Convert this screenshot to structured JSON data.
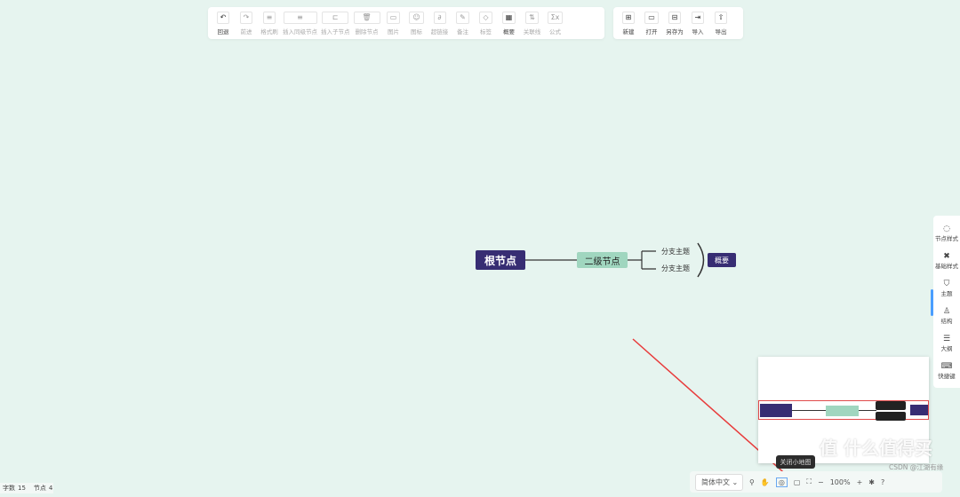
{
  "toolbar": {
    "items": [
      {
        "label": "回退",
        "icon": "undo-icon",
        "glyph": "↶",
        "enabled": true
      },
      {
        "label": "前进",
        "icon": "redo-icon",
        "glyph": "↷",
        "enabled": false
      },
      {
        "label": "格式刷",
        "icon": "format-painter-icon",
        "glyph": "≡",
        "enabled": false
      },
      {
        "label": "插入同级节点",
        "icon": "insert-sibling-icon",
        "glyph": "≡",
        "enabled": false
      },
      {
        "label": "插入子节点",
        "icon": "insert-child-icon",
        "glyph": "⊏",
        "enabled": false
      },
      {
        "label": "删除节点",
        "icon": "delete-icon",
        "glyph": "🗑",
        "enabled": false
      },
      {
        "label": "图片",
        "icon": "image-icon",
        "glyph": "▭",
        "enabled": false
      },
      {
        "label": "图标",
        "icon": "emoji-icon",
        "glyph": "☺",
        "enabled": false
      },
      {
        "label": "超链接",
        "icon": "link-icon",
        "glyph": "∂",
        "enabled": false
      },
      {
        "label": "备注",
        "icon": "note-icon",
        "glyph": "✎",
        "enabled": false
      },
      {
        "label": "标签",
        "icon": "tag-icon",
        "glyph": "◇",
        "enabled": false
      },
      {
        "label": "概要",
        "icon": "summary-icon",
        "glyph": "▦",
        "enabled": true
      },
      {
        "label": "关联线",
        "icon": "association-line-icon",
        "glyph": "⇅",
        "enabled": false
      },
      {
        "label": "公式",
        "icon": "formula-icon",
        "glyph": "Σx",
        "enabled": false
      }
    ]
  },
  "filebar": {
    "items": [
      {
        "label": "新建",
        "icon": "new-file-icon",
        "glyph": "⊞"
      },
      {
        "label": "打开",
        "icon": "folder-open-icon",
        "glyph": "▭"
      },
      {
        "label": "另存为",
        "icon": "save-as-icon",
        "glyph": "⊟"
      },
      {
        "label": "导入",
        "icon": "import-icon",
        "glyph": "⇥"
      },
      {
        "label": "导出",
        "icon": "export-icon",
        "glyph": "⇧"
      }
    ]
  },
  "mindmap": {
    "root": "根节点",
    "second": "二级节点",
    "branches": [
      "分支主题",
      "分支主题"
    ],
    "summary": "概要",
    "colors": {
      "root": "#372d73",
      "second": "#a0d6bf",
      "line": "#333333"
    }
  },
  "sidebar": {
    "items": [
      {
        "label": "节点样式",
        "icon": "node-style-icon",
        "glyph": "◌"
      },
      {
        "label": "基础样式",
        "icon": "base-style-icon",
        "glyph": "✖"
      },
      {
        "label": "主题",
        "icon": "theme-shirt-icon",
        "glyph": "⛉"
      },
      {
        "label": "结构",
        "icon": "structure-icon",
        "glyph": "♙"
      },
      {
        "label": "大纲",
        "icon": "outline-icon",
        "glyph": "☰"
      },
      {
        "label": "快捷键",
        "icon": "keyboard-icon",
        "glyph": "⌨"
      }
    ]
  },
  "status": {
    "words_label": "字数",
    "words": "15",
    "nodes_label": "节点",
    "nodes": "4"
  },
  "bottombar": {
    "language": "简体中文",
    "zoom": "100%",
    "tooltip": "关闭小地图"
  },
  "watermark": {
    "text": "CSDN @江湖有缘",
    "logo": "值 什么值得买"
  }
}
